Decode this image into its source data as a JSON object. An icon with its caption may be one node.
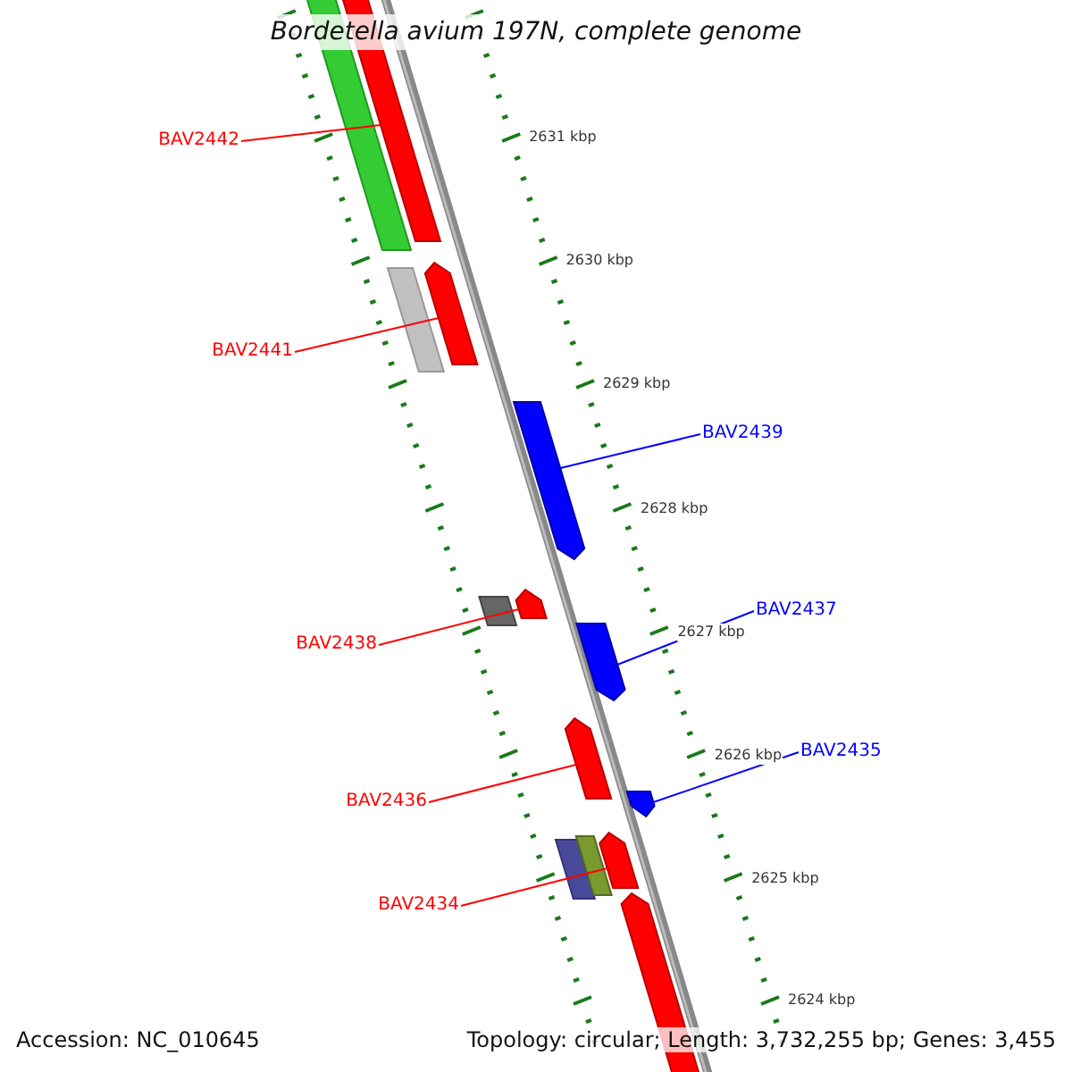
{
  "diagram": {
    "title": "Bordetella avium 197N, complete genome",
    "nodes": [
      {
        "text": [
          "BAV2442"
        ]
      },
      {
        "text": [
          "BAV2441"
        ]
      },
      {
        "text": [
          "BAV2439"
        ]
      },
      {
        "text": [
          "BAV2437"
        ]
      },
      {
        "text": [
          "BAV2438"
        ]
      },
      {
        "text": [
          "BAV2435"
        ]
      },
      {
        "text": [
          "BAV2436"
        ]
      },
      {
        "text": [
          "BAV2434"
        ]
      },
      {
        "text": [],
        "shape": "bar"
      },
      {
        "text": [],
        "shape": "bar"
      },
      {
        "text": [],
        "shape": "bar"
      },
      {
        "text": [],
        "shape": "bar"
      },
      {
        "text": [],
        "shape": "bar"
      },
      {
        "text": [],
        "shape": "bar"
      },
      {
        "text": [],
        "shape": "bar"
      },
      {
        "text": [],
        "shape": "bar"
      }
    ],
    "edges": [
      {
        "from": 0,
        "to": 8,
        "arrow": "none"
      },
      {
        "from": 1,
        "to": 9,
        "arrow": "none"
      },
      {
        "from": 2,
        "to": 10,
        "arrow": "none",
        "color": "#0000ff"
      },
      {
        "from": 3,
        "to": 12,
        "arrow": "none",
        "color": "#0000ff"
      },
      {
        "from": 4,
        "to": 11,
        "arrow": "none"
      },
      {
        "from": 5,
        "to": 14,
        "arrow": "none",
        "color": "#0000ff"
      },
      {
        "from": 6,
        "to": 13,
        "arrow": "none"
      },
      {
        "from": 7,
        "to": 15,
        "arrow": "none"
      }
    ],
    "labels": [
      "2631 kbp",
      "2630 kbp",
      "2629 kbp",
      "2628 kbp",
      "2627 kbp",
      "2626 kbp",
      "2625 kbp",
      "2624 kbp",
      "Accession: NC_010645",
      "Topology: circular; Length: 3,732,255 bp; Genes: 3,455"
    ]
  }
}
